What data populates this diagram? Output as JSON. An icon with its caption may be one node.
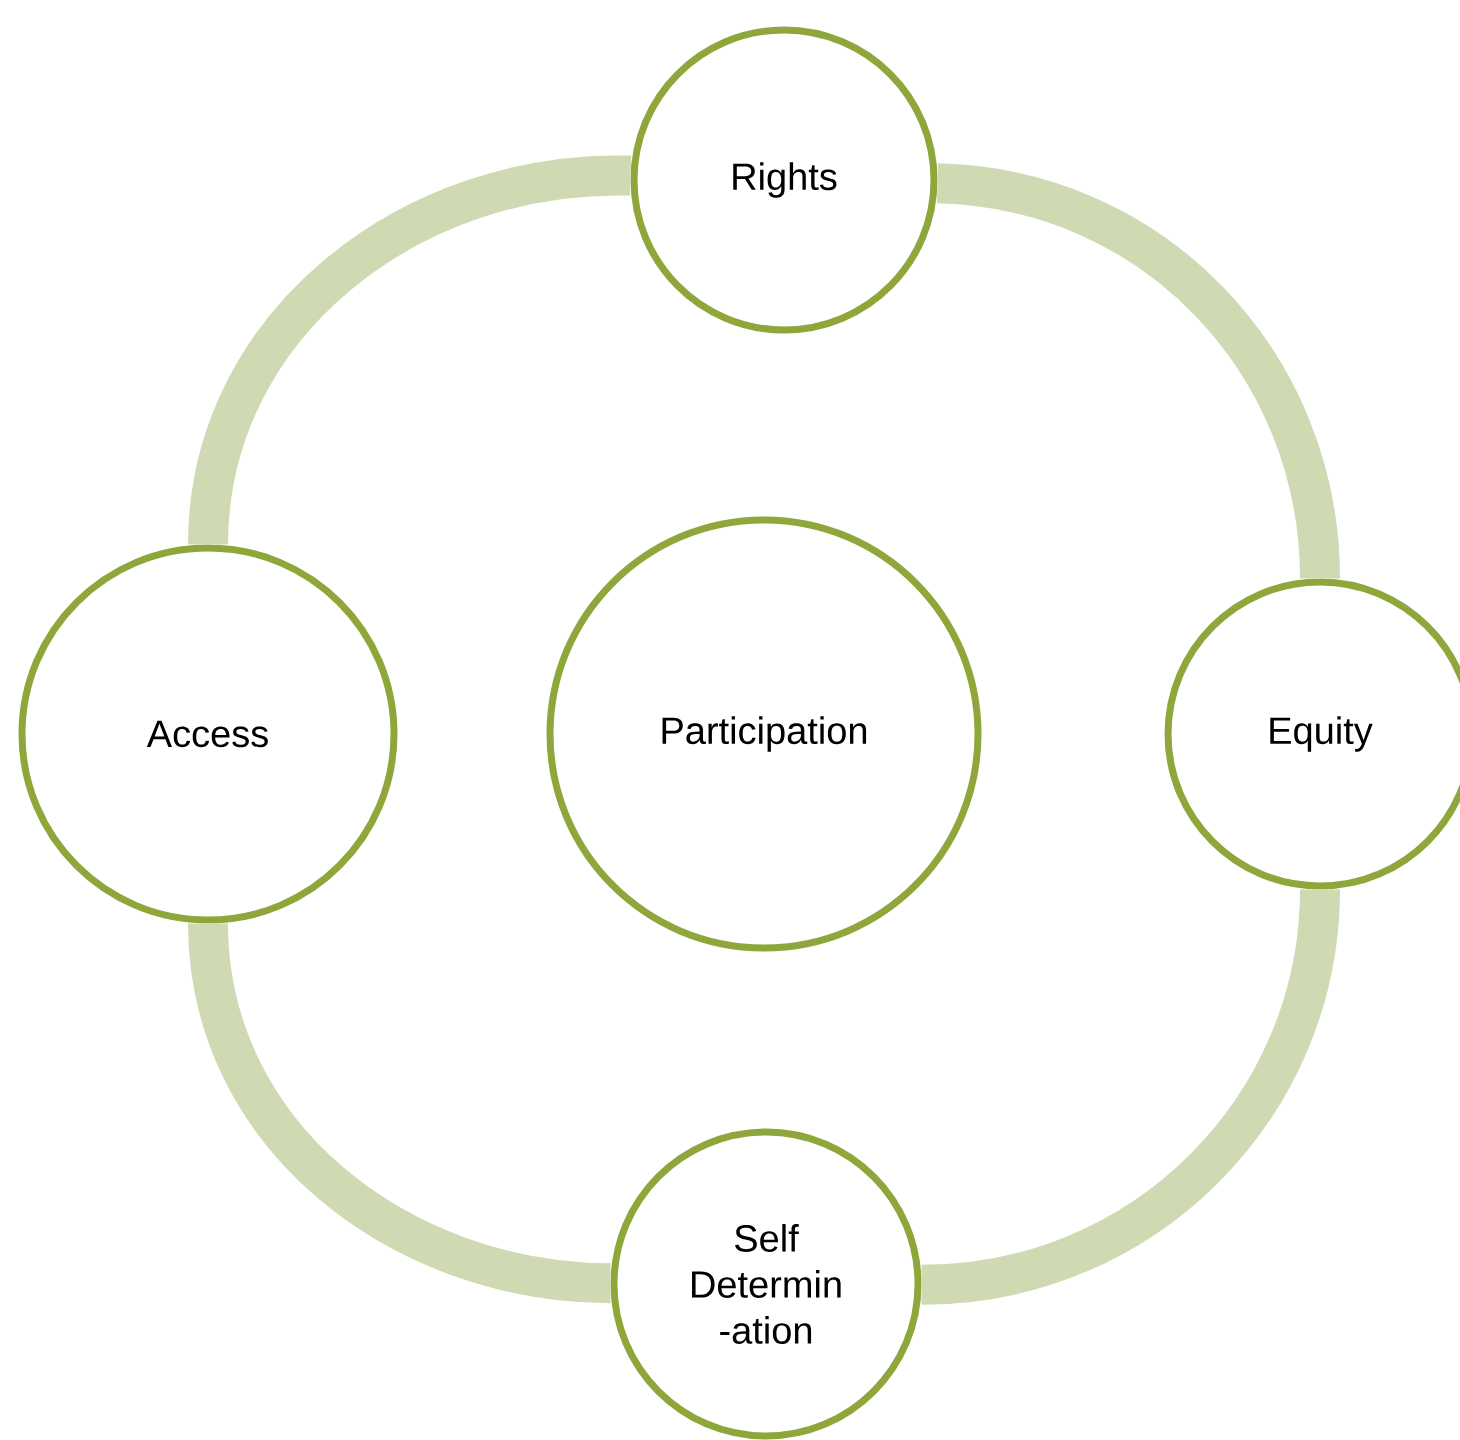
{
  "diagram": {
    "nodes": [
      {
        "text": [
          "Rights"
        ]
      },
      {
        "text": [
          "Access"
        ]
      },
      {
        "text": [
          "Participation"
        ]
      },
      {
        "text": [
          "Equity"
        ]
      },
      {
        "text": [
          "Self Determin -ation"
        ]
      }
    ],
    "edges": [
      {
        "from": 0,
        "to": 3,
        "arrow": "none"
      },
      {
        "from": 3,
        "to": 4,
        "arrow": "none"
      },
      {
        "from": 4,
        "to": 1,
        "arrow": "none"
      },
      {
        "from": 1,
        "to": 0,
        "arrow": "none"
      }
    ]
  }
}
